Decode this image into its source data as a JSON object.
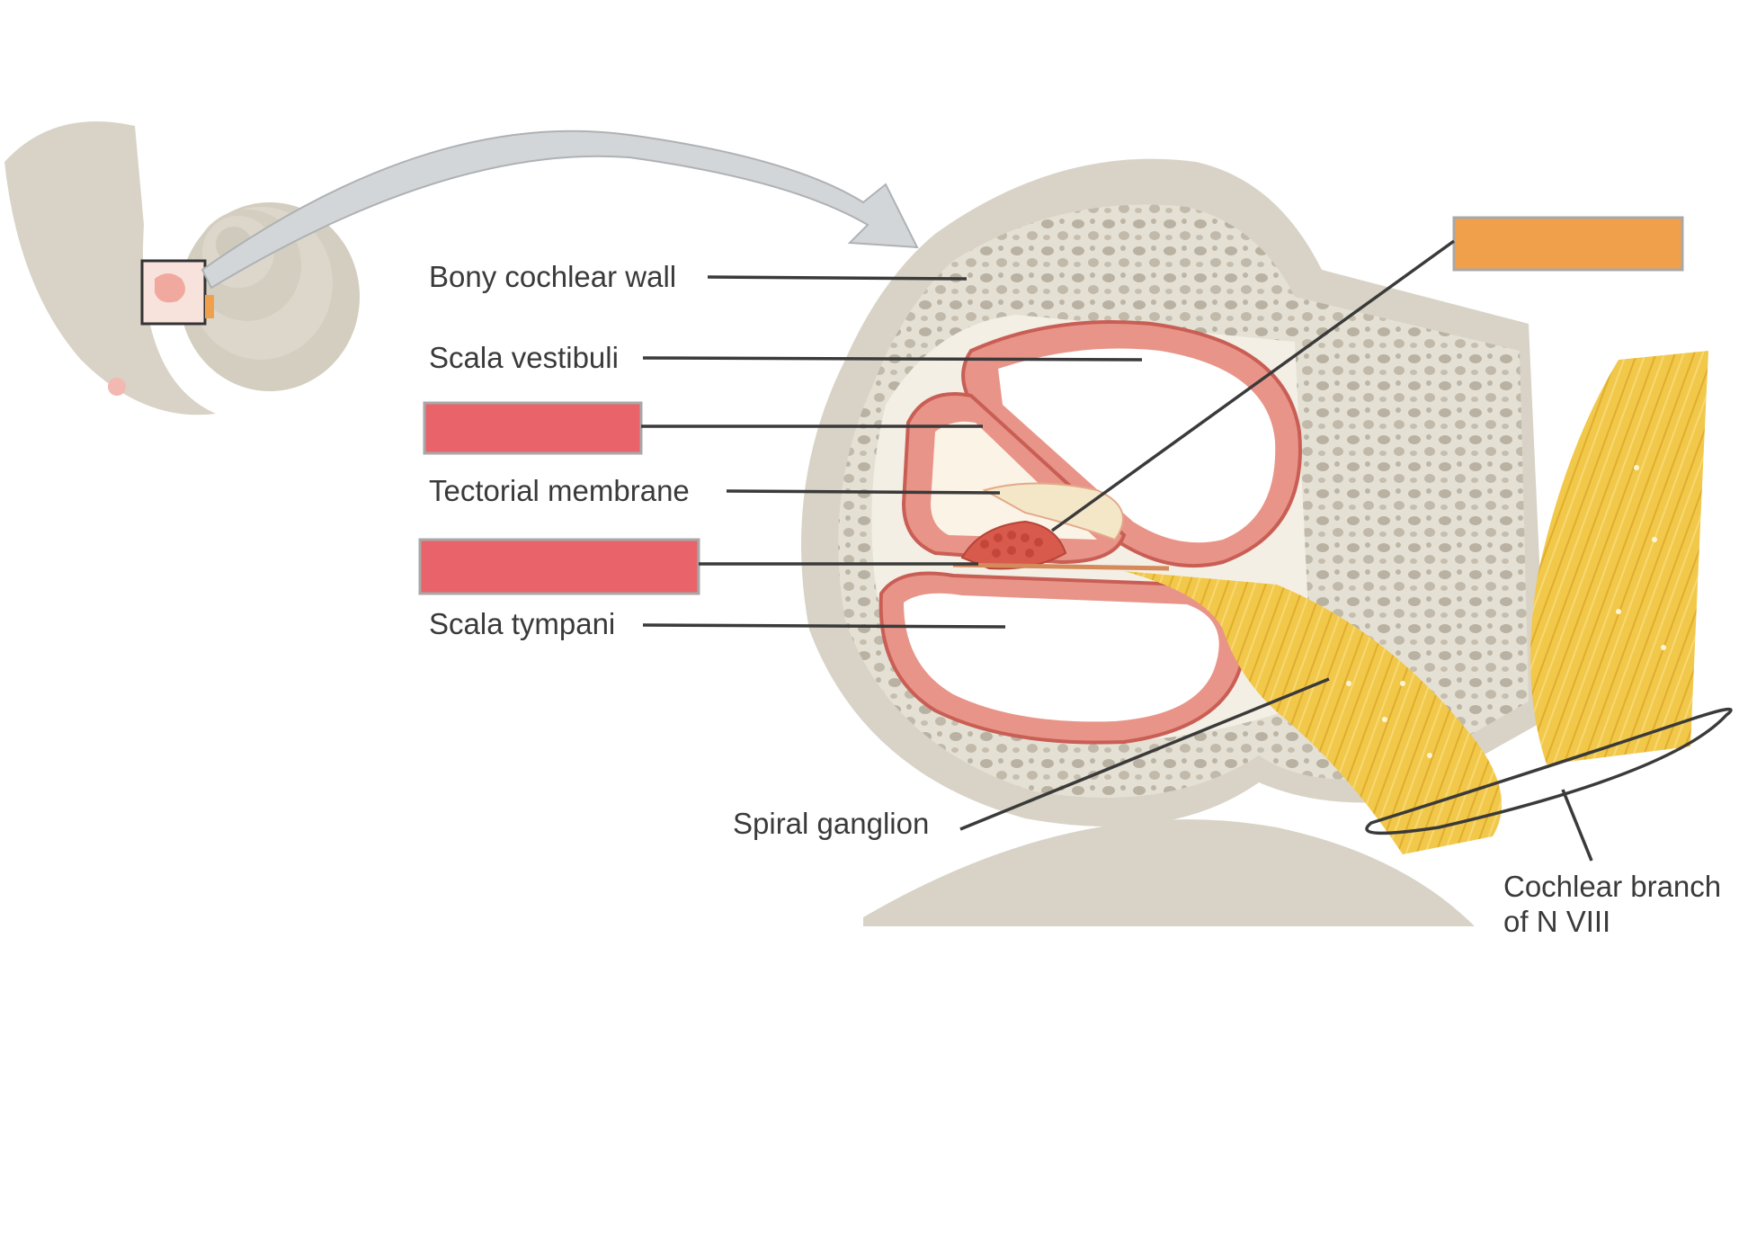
{
  "diagram": {
    "labels": {
      "bony_cochlear_wall": "Bony cochlear wall",
      "scala_vestibuli": "Scala vestibuli",
      "tectorial_membrane": "Tectorial membrane",
      "scala_tympani": "Scala tympani",
      "spiral_ganglion": "Spiral ganglion",
      "cochlear_branch_line1": "Cochlear branch",
      "cochlear_branch_line2": "of N VIII"
    },
    "blank_label_colors": {
      "orange": "#f0a04b",
      "red": "#e8646a"
    },
    "colors": {
      "bone": "#d8d3c6",
      "bone_dark": "#b9b2a2",
      "duct": "#e38c80",
      "duct_dark": "#c95e55",
      "nerve": "#f2c84a",
      "arrow": "#d3d6d8"
    }
  }
}
